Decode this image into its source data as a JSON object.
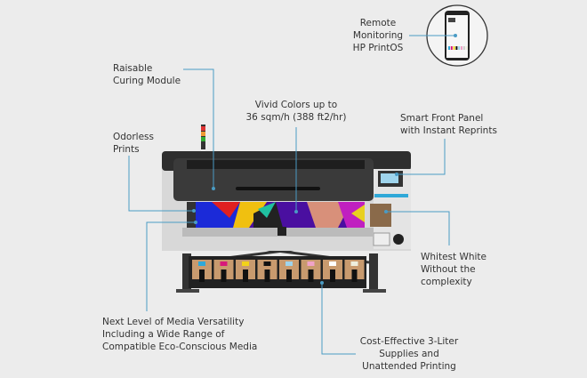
{
  "callouts": {
    "remote": [
      "Remote",
      "Monitoring",
      "HP PrintOS"
    ],
    "curing": [
      "Raisable",
      "Curing Module"
    ],
    "vivid": [
      "Vivid Colors up to",
      "36 sqm/h (388 ft2/hr)"
    ],
    "panel": [
      "Smart Front Panel",
      "with Instant Reprints"
    ],
    "odorless": [
      "Odorless",
      "Prints"
    ],
    "white": [
      "Whitest White",
      "Without the",
      "complexity"
    ],
    "media": [
      "Next Level of Media Versatility",
      "Including a Wide Range of",
      "Compatible Eco-Conscious Media"
    ],
    "supplies": [
      "Cost-Effective 3-Liter",
      "Supplies and",
      "Unattended Printing"
    ]
  },
  "colors": {
    "line": "#4a9bc4",
    "text": "#333333",
    "background": "#ececec"
  },
  "ink_colors": [
    "#2fa8d8",
    "#d8197a",
    "#f2d21a",
    "#111111",
    "#9fd4ec",
    "#f0a3c8",
    "#ffffff",
    "#eeeedd"
  ]
}
